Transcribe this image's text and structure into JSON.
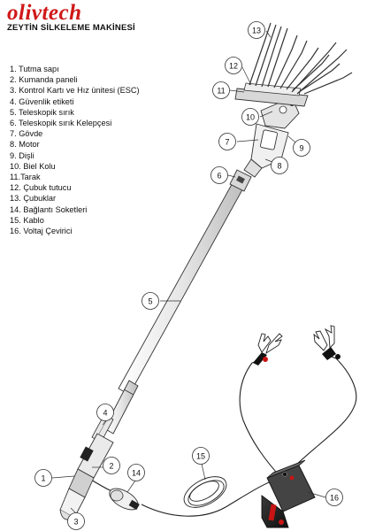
{
  "header": {
    "logo_text": "olivtech",
    "title": "ZEYTİN SİLKELEME MAKİNESİ"
  },
  "legend": [
    "1. Tutma sapı",
    "2. Kumanda paneli",
    "3. Kontrol Kartı ve Hız ünitesi (ESC)",
    "4. Güvenlik etiketi",
    "5. Teleskopik sırık",
    "6. Teleskopik sırık Kelepçesi",
    "7. Gövde",
    "8. Motor",
    "9. Dişli",
    "10. Biel Kolu",
    "11.Tarak",
    "12. Çubuk tutucu",
    "13. Çubuklar",
    "14. Bağlantı Soketleri",
    "15. Kablo",
    "16. Voltaj Çevirici"
  ],
  "callouts": [
    "1",
    "2",
    "3",
    "4",
    "5",
    "6",
    "7",
    "8",
    "9",
    "10",
    "11",
    "12",
    "13",
    "14",
    "15",
    "16"
  ],
  "colors": {
    "brand": "#d01818",
    "line": "#222222",
    "callout_stroke": "#333333",
    "pole_fill": "#f4f4f4",
    "battery_fill": "#1c1c1c",
    "battery_accent": "#c81414"
  }
}
